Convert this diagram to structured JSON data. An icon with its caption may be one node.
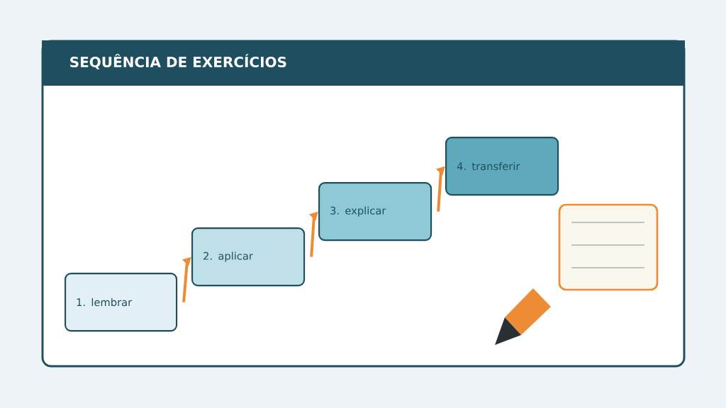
{
  "diagram": {
    "title": "SEQUÊNCIA DE EXERCÍCIOS",
    "nodes": [
      {
        "text": [
          "1. lembrar"
        ]
      },
      {
        "text": [
          "2. aplicar"
        ]
      },
      {
        "text": [
          "3. explicar"
        ]
      },
      {
        "text": [
          "4. transferir"
        ]
      }
    ],
    "edges": [
      {
        "from": 0,
        "to": 1,
        "arrow": "to"
      },
      {
        "from": 1,
        "to": 2,
        "arrow": "to"
      },
      {
        "from": 2,
        "to": 3,
        "arrow": "to"
      }
    ]
  }
}
